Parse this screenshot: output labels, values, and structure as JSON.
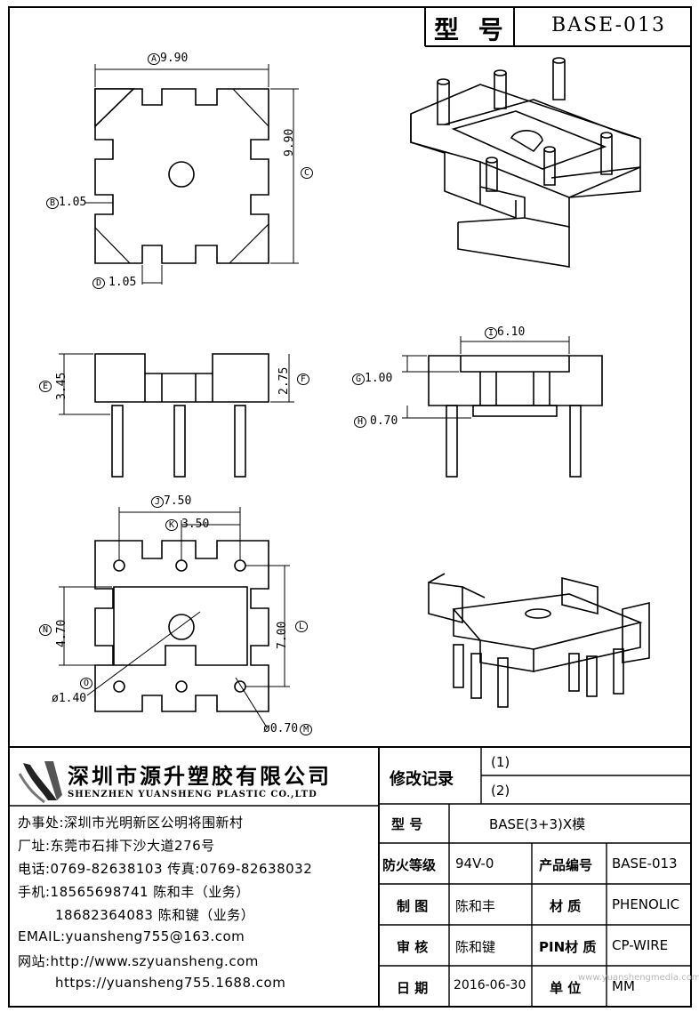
{
  "header": {
    "model_label": "型 号",
    "model_code": "BASE-013"
  },
  "dimensions": {
    "A": {
      "letter": "A",
      "value": "9.90"
    },
    "B": {
      "letter": "B",
      "value": "1.05"
    },
    "C": {
      "letter": "C",
      "value": "9.90"
    },
    "D": {
      "letter": "D",
      "value": "1.05"
    },
    "E": {
      "letter": "E",
      "value": "3.45"
    },
    "F": {
      "letter": "F",
      "value": "2.75"
    },
    "G": {
      "letter": "G",
      "value": "1.00"
    },
    "H": {
      "letter": "H",
      "value": "0.70"
    },
    "I": {
      "letter": "I",
      "value": "6.10"
    },
    "J": {
      "letter": "J",
      "value": "7.50"
    },
    "K": {
      "letter": "K",
      "value": "3.50"
    },
    "L": {
      "letter": "L",
      "value": "7.00"
    },
    "M": {
      "letter": "M",
      "value": "ø0.70"
    },
    "N": {
      "letter": "N",
      "value": "4.70"
    },
    "O": {
      "letter": "O",
      "value": "ø1.40"
    }
  },
  "company": {
    "name_cn": "深圳市源升塑胶有限公司",
    "name_en": "SHENZHEN YUANSHENG PLASTIC CO.,LTD",
    "office": "办事处:深圳市光明新区公明将围新村",
    "factory": "厂址:东莞市石排下沙大道276号",
    "phone": "电话:0769-82638103 传真:0769-82638032",
    "mobile1": "手机:18565698741 陈和丰（业务）",
    "mobile2": "18682364083 陈和键（业务）",
    "email": "EMAIL:yuansheng755@163.com",
    "website_label": "网站:http://www.szyuansheng.com",
    "website2": "https://yuansheng755.1688.com"
  },
  "revision": {
    "label": "修改记录",
    "r1": "(1)",
    "r2": "(2)"
  },
  "title_block": {
    "model_label": "型  号",
    "model_value": "BASE(3+3)X模",
    "fire_label": "防火等级",
    "fire_value": "94V-0",
    "product_code_label": "产品编号",
    "product_code_value": "BASE-013",
    "drawn_label": "制  图",
    "drawn_value": "陈和丰",
    "material_label": "材  质",
    "material_value": "PHENOLIC",
    "checked_label": "审  核",
    "checked_value": "陈和键",
    "pin_material_label": "PIN材 质",
    "pin_material_value": "CP-WIRE",
    "date_label": "日  期",
    "date_value": "2016-06-30",
    "unit_label": "单  位",
    "unit_value": "MM"
  },
  "watermark": "www.yuanshengmedia.com"
}
